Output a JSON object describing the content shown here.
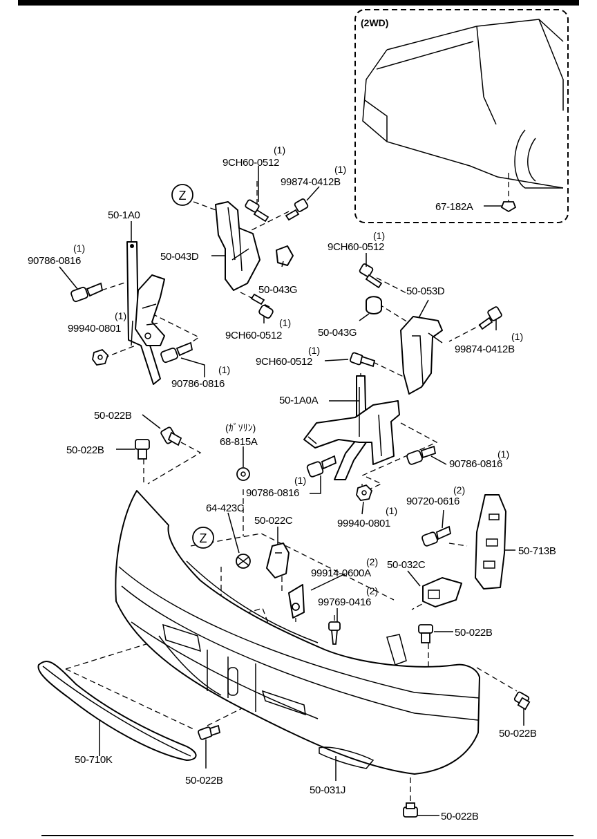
{
  "inset": {
    "tag": "(2WD)"
  },
  "callouts": {
    "c_9ch60_top": {
      "part": "9CH60-0512",
      "qty": "(1)"
    },
    "c_99874_top": {
      "part": "99874-0412B",
      "qty": "(1)"
    },
    "c_50_1a0": {
      "part": "50-1A0",
      "qty": ""
    },
    "c_50_043d": {
      "part": "50-043D",
      "qty": ""
    },
    "c_90786_a": {
      "part": "90786-0816",
      "qty": "(1)"
    },
    "c_50_043g_a": {
      "part": "50-043G",
      "qty": ""
    },
    "c_9ch60_mid": {
      "part": "9CH60-0512",
      "qty": "(1)"
    },
    "c_99940_a": {
      "part": "99940-0801",
      "qty": "(1)"
    },
    "c_9ch60_right": {
      "part": "9CH60-0512",
      "qty": "(1)"
    },
    "c_50_053d": {
      "part": "50-053D",
      "qty": ""
    },
    "c_50_043g_b": {
      "part": "50-043G",
      "qty": ""
    },
    "c_99874_right": {
      "part": "99874-0412B",
      "qty": "(1)"
    },
    "c_90786_b": {
      "part": "90786-0816",
      "qty": "(1)"
    },
    "c_9ch60_low": {
      "part": "9CH60-0512",
      "qty": "(1)"
    },
    "c_67_182a": {
      "part": "67-182A",
      "qty": ""
    },
    "c_50_1a0a": {
      "part": "50-1A0A",
      "qty": ""
    },
    "c_50_022b_1": {
      "part": "50-022B",
      "qty": ""
    },
    "c_50_022b_2": {
      "part": "50-022B",
      "qty": ""
    },
    "c_68_815a": {
      "part": "68-815A",
      "qty": "(ｶﾞｿﾘﾝ)"
    },
    "c_90786_c": {
      "part": "90786-0816",
      "qty": "(1)"
    },
    "c_90786_d": {
      "part": "90786-0816",
      "qty": "(1)"
    },
    "c_64_423c": {
      "part": "64-423C",
      "qty": ""
    },
    "c_50_022c": {
      "part": "50-022C",
      "qty": ""
    },
    "c_99940_b": {
      "part": "99940-0801",
      "qty": "(1)"
    },
    "c_90720": {
      "part": "90720-0616",
      "qty": "(2)"
    },
    "c_50_713b": {
      "part": "50-713B",
      "qty": ""
    },
    "c_99914": {
      "part": "99914-0600A",
      "qty": "(2)"
    },
    "c_50_032c": {
      "part": "50-032C",
      "qty": ""
    },
    "c_99769": {
      "part": "99769-0416",
      "qty": "(2)"
    },
    "c_50_022b_3": {
      "part": "50-022B",
      "qty": ""
    },
    "c_50_022b_4": {
      "part": "50-022B",
      "qty": ""
    },
    "c_50_710k": {
      "part": "50-710K",
      "qty": ""
    },
    "c_50_022b_5": {
      "part": "50-022B",
      "qty": ""
    },
    "c_50_031j": {
      "part": "50-031J",
      "qty": ""
    },
    "c_50_022b_6": {
      "part": "50-022B",
      "qty": ""
    }
  },
  "view_markers": {
    "z_top": "Z",
    "z_mid": "Z"
  }
}
